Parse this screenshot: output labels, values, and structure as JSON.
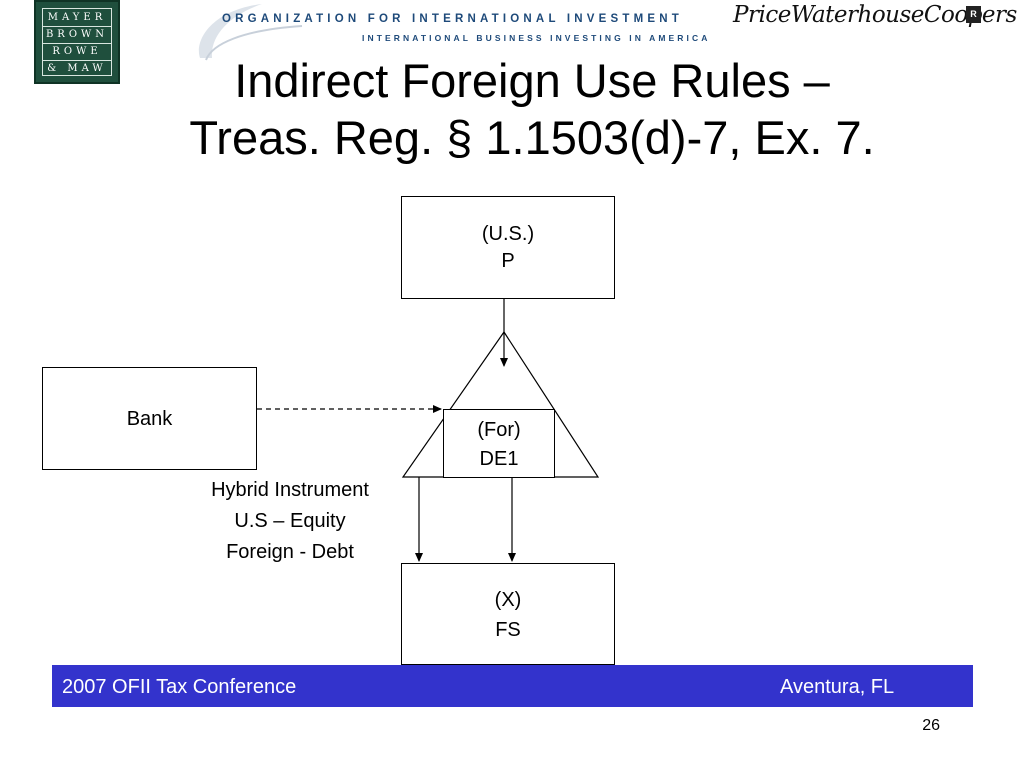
{
  "header": {
    "mbrm_logo_lines": [
      "MAYER",
      "BROWN",
      "ROWE",
      "& MAW"
    ],
    "ofii_title": "ORGANIZATION FOR INTERNATIONAL INVESTMENT",
    "ofii_subtitle": "INTERNATIONAL BUSINESS INVESTING IN AMERICA",
    "pwc_logo": "PriceWaterhouseCoopers",
    "pwc_mark": "R"
  },
  "title": {
    "line1": "Indirect Foreign Use Rules –",
    "line2": "Treas. Reg. § 1.1503(d)-7, Ex. 7."
  },
  "diagram": {
    "parent": {
      "line1": "(U.S.)",
      "line2": "P"
    },
    "bank": {
      "label": "Bank"
    },
    "de1": {
      "line1": "(For)",
      "line2": "DE1"
    },
    "fs": {
      "line1": "(X)",
      "line2": "FS"
    },
    "instrument_notes": [
      "Hybrid Instrument",
      "U.S – Equity",
      "Foreign - Debt"
    ]
  },
  "footer": {
    "left": "2007 OFII Tax Conference",
    "right": "Aventura, FL",
    "page_number": "26"
  },
  "colors": {
    "footer_bar": "#3333cc",
    "mbrm_green": "#1f4f3d",
    "ofii_blue": "#1e4a7a"
  }
}
